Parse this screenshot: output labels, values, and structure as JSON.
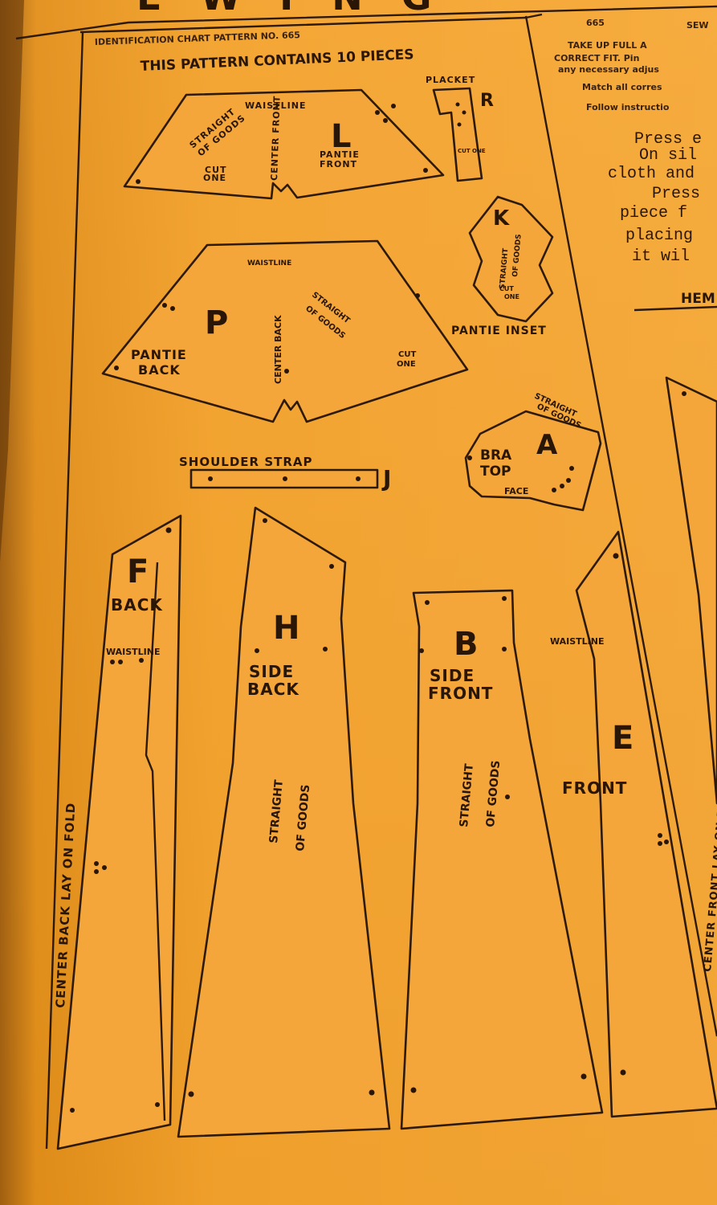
{
  "header": {
    "masthead": "EWING",
    "chart_title": "IDENTIFICATION CHART PATTERN NO. 665",
    "subtitle": "THIS PATTERN CONTAINS 10 PIECES"
  },
  "pieces": {
    "L": {
      "letter": "L",
      "name1": "PANTIE",
      "name2": "FRONT",
      "grain": "STRAIGHT",
      "grain2": "OF GOODS",
      "center": "CENTER FRONT",
      "cut1": "CUT",
      "cut2": "ONE",
      "waist": "WAISTLINE"
    },
    "R": {
      "letter": "R",
      "name": "PLACKET",
      "cut": "CUT ONE"
    },
    "K": {
      "letter": "K",
      "grain": "STRAIGHT",
      "grain2": "OF GOODS",
      "cut1": "CUT",
      "cut2": "ONE",
      "name": "PANTIE INSET"
    },
    "P": {
      "letter": "P",
      "name1": "PANTIE",
      "name2": "BACK",
      "waist": "WAISTLINE",
      "center": "CENTER BACK",
      "grain": "STRAIGHT",
      "grain2": "OF GOODS",
      "cut1": "CUT",
      "cut2": "ONE"
    },
    "J": {
      "letter": "J",
      "name": "SHOULDER STRAP"
    },
    "A": {
      "letter": "A",
      "name1": "BRA",
      "name2": "TOP",
      "grain": "STRAIGHT",
      "grain2": "OF GOODS",
      "face": "FACE"
    },
    "F": {
      "letter": "F",
      "name": "BACK",
      "waist": "WAISTLINE",
      "fold": "CENTER BACK LAY ON FOLD"
    },
    "H": {
      "letter": "H",
      "name1": "SIDE",
      "name2": "BACK",
      "grain": "STRAIGHT",
      "grain2": "OF GOODS"
    },
    "B": {
      "letter": "B",
      "name1": "SIDE",
      "name2": "FRONT",
      "grain": "STRAIGHT",
      "grain2": "OF GOODS"
    },
    "E": {
      "letter": "E",
      "name": "FRONT",
      "waist": "WAISTLINE",
      "fold": "CENTER FRONT LAY ON FOLD"
    }
  },
  "instructions": {
    "pattern_no": "665",
    "col2": "SEW",
    "lines_small": [
      "TAKE UP FULL A",
      "CORRECT FIT. Pin",
      "any necessary adjus",
      "Match all corres",
      "Follow instructio"
    ],
    "lines_large": [
      "Press e",
      "On sil",
      "cloth and",
      "Press",
      "piece f",
      "placing",
      "it wil"
    ],
    "heading": "HEM"
  },
  "colors": {
    "paper": "#f4a63a",
    "ink": "#2e1a08",
    "shadow": "#6b3a06"
  }
}
